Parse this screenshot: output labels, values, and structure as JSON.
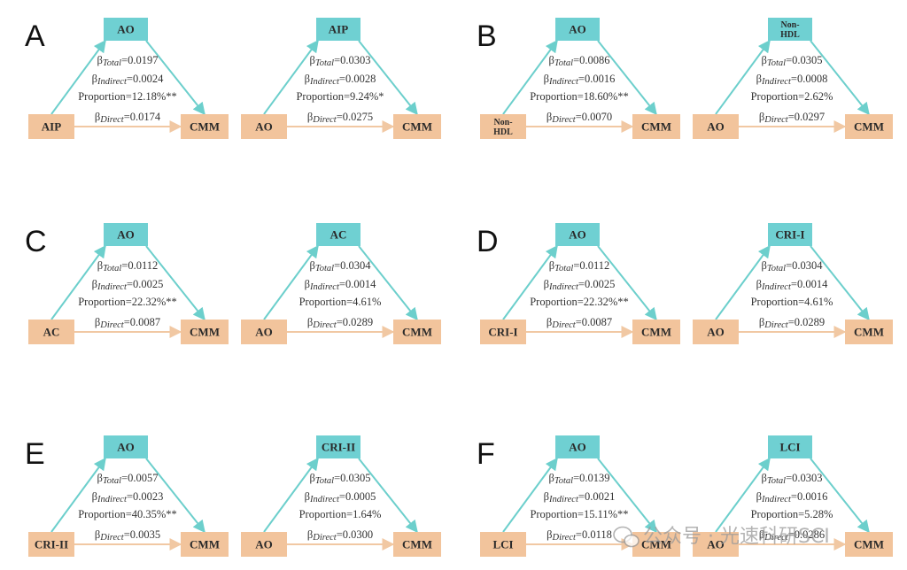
{
  "colors": {
    "mediator_box": "#6fd0d2",
    "endpoint_box": "#f2c49c",
    "mediator_arrow": "#6ccfcc",
    "direct_arrow": "#f1c8a3",
    "text": "#333333"
  },
  "panels": [
    {
      "letter": "A",
      "diagrams": [
        {
          "left": "AIP",
          "top": "AO",
          "right": "CMM",
          "total": "0.0197",
          "indirect": "0.0024",
          "proportion": "12.18%**",
          "direct": "0.0174"
        },
        {
          "left": "AO",
          "top": "AIP",
          "right": "CMM",
          "total": "0.0303",
          "indirect": "0.0028",
          "proportion": "9.24%*",
          "direct": "0.0275"
        }
      ]
    },
    {
      "letter": "B",
      "diagrams": [
        {
          "left": "Non-\nHDL",
          "top": "AO",
          "right": "CMM",
          "total": "0.0086",
          "indirect": "0.0016",
          "proportion": "18.60%**",
          "direct": "0.0070"
        },
        {
          "left": "AO",
          "top": "Non-\nHDL",
          "right": "CMM",
          "total": "0.0305",
          "indirect": "0.0008",
          "proportion": "2.62%",
          "direct": "0.0297"
        }
      ]
    },
    {
      "letter": "C",
      "diagrams": [
        {
          "left": "AC",
          "top": "AO",
          "right": "CMM",
          "total": "0.0112",
          "indirect": "0.0025",
          "proportion": "22.32%**",
          "direct": "0.0087"
        },
        {
          "left": "AO",
          "top": "AC",
          "right": "CMM",
          "total": "0.0304",
          "indirect": "0.0014",
          "proportion": "4.61%",
          "direct": "0.0289"
        }
      ]
    },
    {
      "letter": "D",
      "diagrams": [
        {
          "left": "CRI-I",
          "top": "AO",
          "right": "CMM",
          "total": "0.0112",
          "indirect": "0.0025",
          "proportion": "22.32%**",
          "direct": "0.0087"
        },
        {
          "left": "AO",
          "top": "CRI-I",
          "right": "CMM",
          "total": "0.0304",
          "indirect": "0.0014",
          "proportion": "4.61%",
          "direct": "0.0289"
        }
      ]
    },
    {
      "letter": "E",
      "diagrams": [
        {
          "left": "CRI-II",
          "top": "AO",
          "right": "CMM",
          "total": "0.0057",
          "indirect": "0.0023",
          "proportion": "40.35%**",
          "direct": "0.0035"
        },
        {
          "left": "AO",
          "top": "CRI-II",
          "right": "CMM",
          "total": "0.0305",
          "indirect": "0.0005",
          "proportion": "1.64%",
          "direct": "0.0300"
        }
      ]
    },
    {
      "letter": "F",
      "diagrams": [
        {
          "left": "LCI",
          "top": "AO",
          "right": "CMM",
          "total": "0.0139",
          "indirect": "0.0021",
          "proportion": "15.11%**",
          "direct": "0.0118"
        },
        {
          "left": "AO",
          "top": "LCI",
          "right": "CMM",
          "total": "0.0303",
          "indirect": "0.0016",
          "proportion": "5.28%",
          "direct": "0.0286"
        }
      ]
    }
  ],
  "labels": {
    "beta": "β",
    "total_sub": "Total",
    "indirect_sub": "Indirect",
    "direct_sub": "Direct",
    "proportion_word": "Proportion"
  },
  "watermark": "公众号 · 光速科研SCI",
  "watermark_icon": "wechat-icon"
}
